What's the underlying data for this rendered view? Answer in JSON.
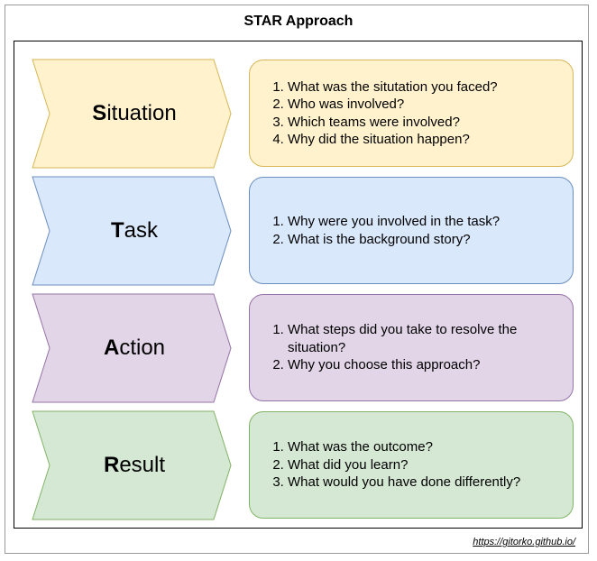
{
  "title": "STAR Approach",
  "steps": [
    {
      "initial": "S",
      "rest": "ituation",
      "fill": "#fff2cc",
      "stroke": "#d6b656",
      "questions": [
        "What was the situtation you faced?",
        "Who was involved?",
        "Which teams were involved?",
        "Why did the situation happen?"
      ]
    },
    {
      "initial": "T",
      "rest": "ask",
      "fill": "#dae8fc",
      "stroke": "#6c8ebf",
      "questions": [
        "Why were you involved in the task?",
        "What is the background story?"
      ]
    },
    {
      "initial": "A",
      "rest": "ction",
      "fill": "#e1d5e7",
      "stroke": "#9673a6",
      "questions": [
        "What steps did you take to resolve the situation?",
        "Why you choose this approach?"
      ]
    },
    {
      "initial": "R",
      "rest": "esult",
      "fill": "#d5e8d4",
      "stroke": "#82b366",
      "questions": [
        "What was the outcome?",
        "What did you learn?",
        "What would you have done differently?"
      ]
    }
  ],
  "footer_link": "https://gitorko.github.io/"
}
